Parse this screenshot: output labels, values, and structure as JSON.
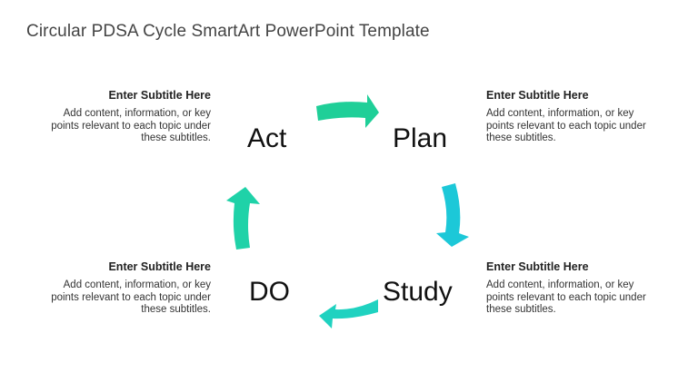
{
  "title": "Circular PDSA Cycle SmartArt PowerPoint Template",
  "stages": {
    "act": "Act",
    "plan": "Plan",
    "study": "Study",
    "do": "DO"
  },
  "blocks": [
    {
      "position": "top-left",
      "subtitle": "Enter Subtitle Here",
      "body": "Add content, information, or key points relevant to each topic under these subtitles."
    },
    {
      "position": "top-right",
      "subtitle": "Enter Subtitle Here",
      "body": "Add content, information, or key points relevant to each topic under these subtitles."
    },
    {
      "position": "bottom-left",
      "subtitle": "Enter Subtitle Here",
      "body": "Add content, information, or key points relevant to each topic under these subtitles."
    },
    {
      "position": "bottom-right",
      "subtitle": "Enter Subtitle Here",
      "body": "Add content, information, or key points relevant to each topic under these subtitles."
    }
  ],
  "colors": {
    "arrow_top": "#1fcf98",
    "arrow_right": "#1cc8d8",
    "arrow_bottom": "#1fd2c0",
    "arrow_left": "#1fd2a8"
  }
}
